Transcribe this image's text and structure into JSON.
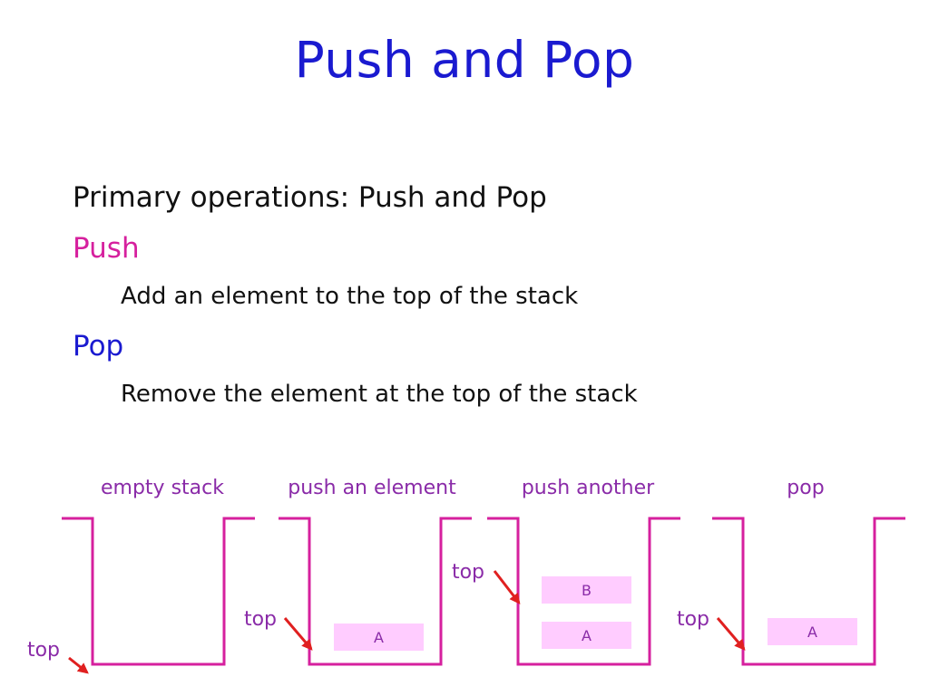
{
  "title": "Push and Pop",
  "bullets": {
    "primary": "Primary operations: Push and Pop",
    "push_heading": "Push",
    "push_desc": "Add an element to the top of the stack",
    "pop_heading": "Pop",
    "pop_desc": "Remove the element at the top of the stack"
  },
  "colors": {
    "title": "#1a1ad0",
    "push": "#d6209e",
    "pop": "#1a1ad0",
    "diagram_labels": "#8a2ba8",
    "stack_outline": "#d6209e",
    "element_fill": "#ffccff",
    "pointer": "#e02020"
  },
  "diagram": {
    "stacks": [
      {
        "caption": "empty stack",
        "top_label": "top",
        "elements": []
      },
      {
        "caption": "push an element",
        "top_label": "top",
        "elements": [
          "A"
        ]
      },
      {
        "caption": "push another",
        "top_label": "top",
        "elements": [
          "A",
          "B"
        ]
      },
      {
        "caption": "pop",
        "top_label": "top",
        "elements": [
          "A"
        ]
      }
    ]
  }
}
